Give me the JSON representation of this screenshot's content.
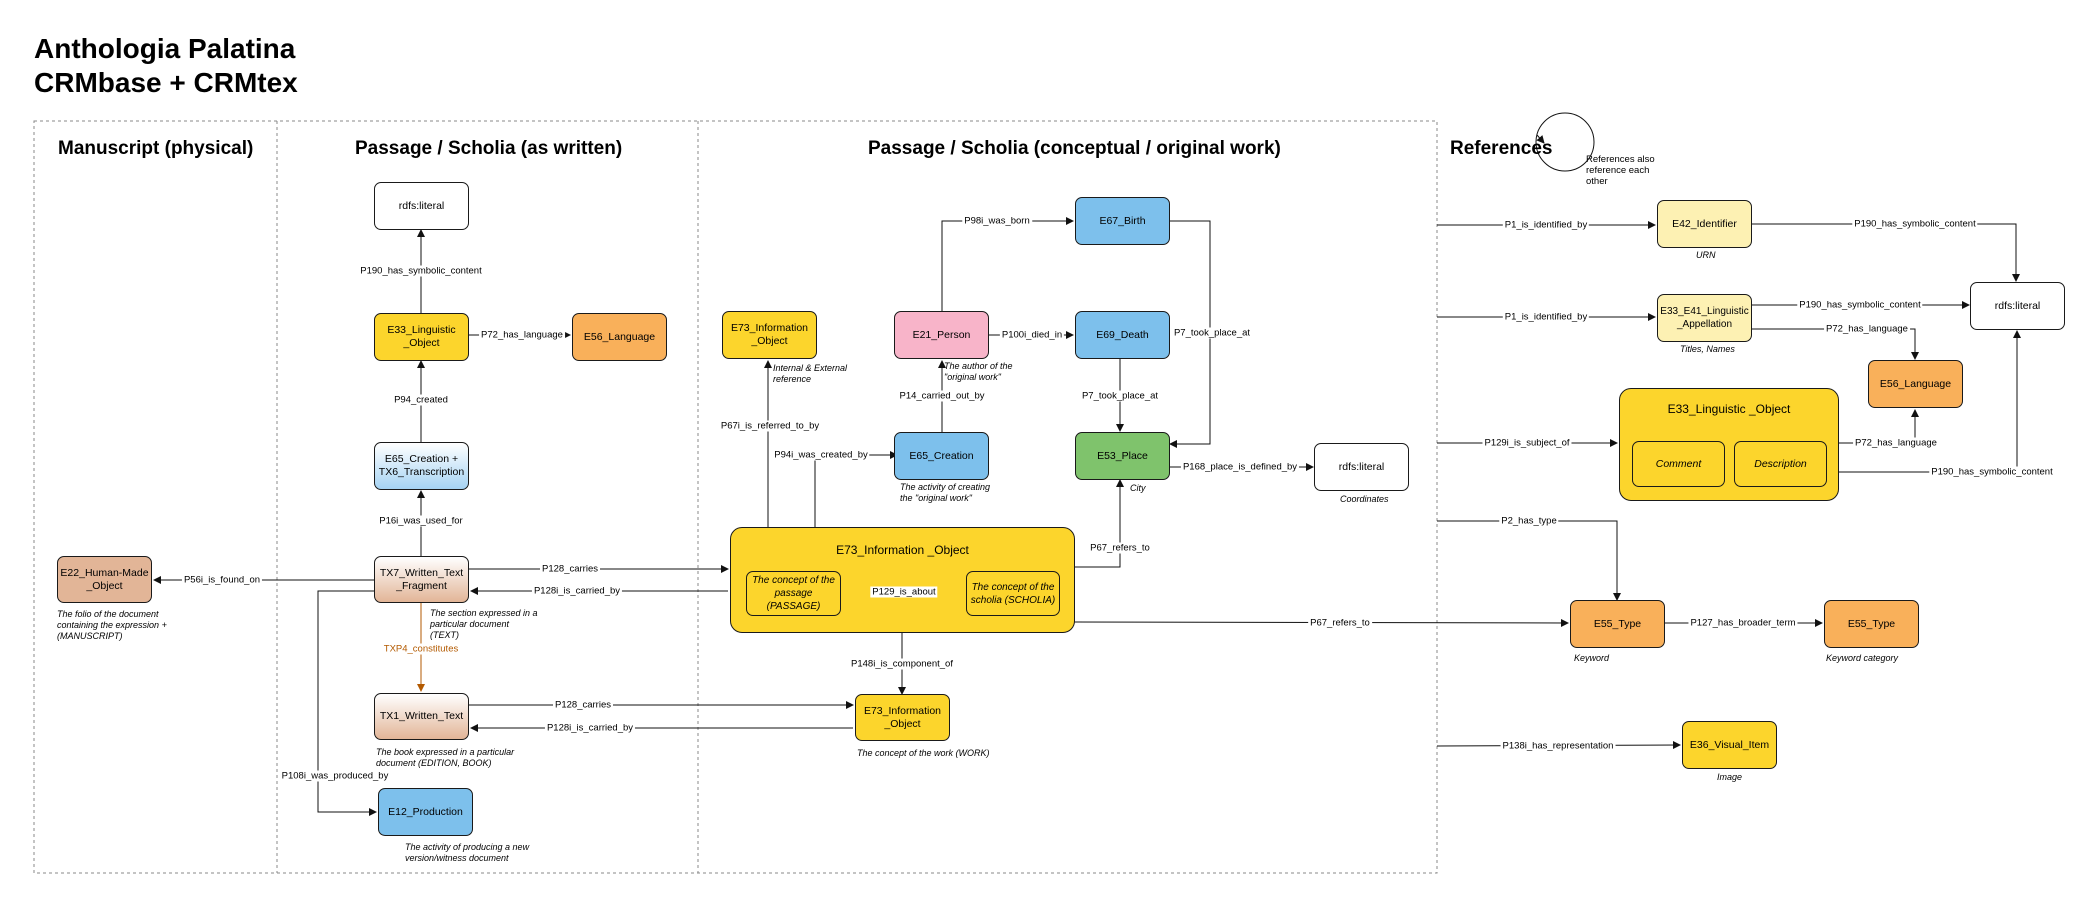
{
  "title": {
    "line1": "Anthologia Palatina",
    "line2": "CRMbase + CRMtex"
  },
  "sections": {
    "manuscript": "Manuscript (physical)",
    "written": "Passage / Scholia (as written)",
    "conceptual": "Passage / Scholia (conceptual / original work)",
    "references": "References"
  },
  "nodes": {
    "rdfs_literal_top": "rdfs:literal",
    "e33_ling": "E33_Linguistic _Object",
    "e56_lang_mid": "E56_Language",
    "e65_tx6": "E65_Creation + TX6_Transcription",
    "tx7": "TX7_Written_Text _Fragment",
    "e22": "E22_Human-Made _Object",
    "tx1": "TX1_Written_Text",
    "e12": "E12_Production",
    "e73_top": "E73_Information _Object",
    "e21": "E21_Person",
    "e67": "E67_Birth",
    "e69": "E69_Death",
    "e65_creation": "E65_Creation",
    "e53": "E53_Place",
    "rdfs_literal_place": "rdfs:literal",
    "e73_big": "E73_Information _Object",
    "passage": "The concept of the passage (PASSAGE)",
    "scholia": "The concept of the scholia (SCHOLIA)",
    "e73_work": "E73_Information _Object",
    "e42": "E42_Identifier",
    "e33e41": "E33_E41_Linguistic _Appellation",
    "rdfs_literal_ref": "rdfs:literal",
    "e56_ref": "E56_Language",
    "e33_ref": "E33_Linguistic _Object",
    "comment": "Comment",
    "description": "Description",
    "e55_keyword": "E55_Type",
    "e55_cat": "E55_Type",
    "e36": "E36_Visual_Item"
  },
  "captions": {
    "e22": "The folio of the document containing the expression + (MANUSCRIPT)",
    "tx7": "The section expressed in a particular document (TEXT)",
    "tx1": "The book expressed in a particular document (EDITION, BOOK)",
    "e12": "The activity of producing a new version/witness document",
    "e73_top": "Internal & External reference",
    "e21": "The author of the \"original work\"",
    "e65_creation": "The activity of creating the \"original work\"",
    "e53": "City",
    "rdfs_literal_place": "Coordinates",
    "e73_work": "The concept of the work (WORK)",
    "e42": "URN",
    "e33e41": "Titles, Names",
    "e55_keyword": "Keyword",
    "e55_cat": "Keyword category",
    "e36": "Image",
    "self_ref": "References also reference each other"
  },
  "edges": {
    "p190_top": "P190_has_symbolic_content",
    "p72_mid": "P72_has_language",
    "p94": "P94_created",
    "p16i": "P16i_was_used_for",
    "p56i": "P56i_is_found_on",
    "p128_tx7": "P128_carries",
    "p128i_tx7": "P128i_is_carried_by",
    "txp4": "TXP4_constitutes",
    "p128_tx1": "P128_carries",
    "p128i_tx1": "P128i_is_carried_by",
    "p108i": "P108i_was_produced_by",
    "p67i": "P67i_is_referred_to_by",
    "p94i": "P94i_was_created_by",
    "p98i": "P98i_was_born",
    "p100i": "P100i_died_in",
    "p14": "P14_carried_out_by",
    "p7_death": "P7_took_place_at",
    "p7_birth": "P7_took_place_at",
    "p168": "P168_place_is_defined_by",
    "p67_place": "P67_refers_to",
    "p129": "P129_is_about",
    "p148i": "P148i_is_component_of",
    "p67_type": "P67_refers_to",
    "p1_id": "P1_is_identified_by",
    "p1_app": "P1_is_identified_by",
    "p129i": "P129i_is_subject_of",
    "p2": "P2_has_type",
    "p138i": "P138i_has_representation",
    "p190_id": "P190_has_symbolic_content",
    "p190_app": "P190_has_symbolic_content",
    "p72_app": "P72_has_language",
    "p72_ref": "P72_has_language",
    "p190_ref": "P190_has_symbolic_content",
    "p127": "P127_has_broader_term"
  }
}
